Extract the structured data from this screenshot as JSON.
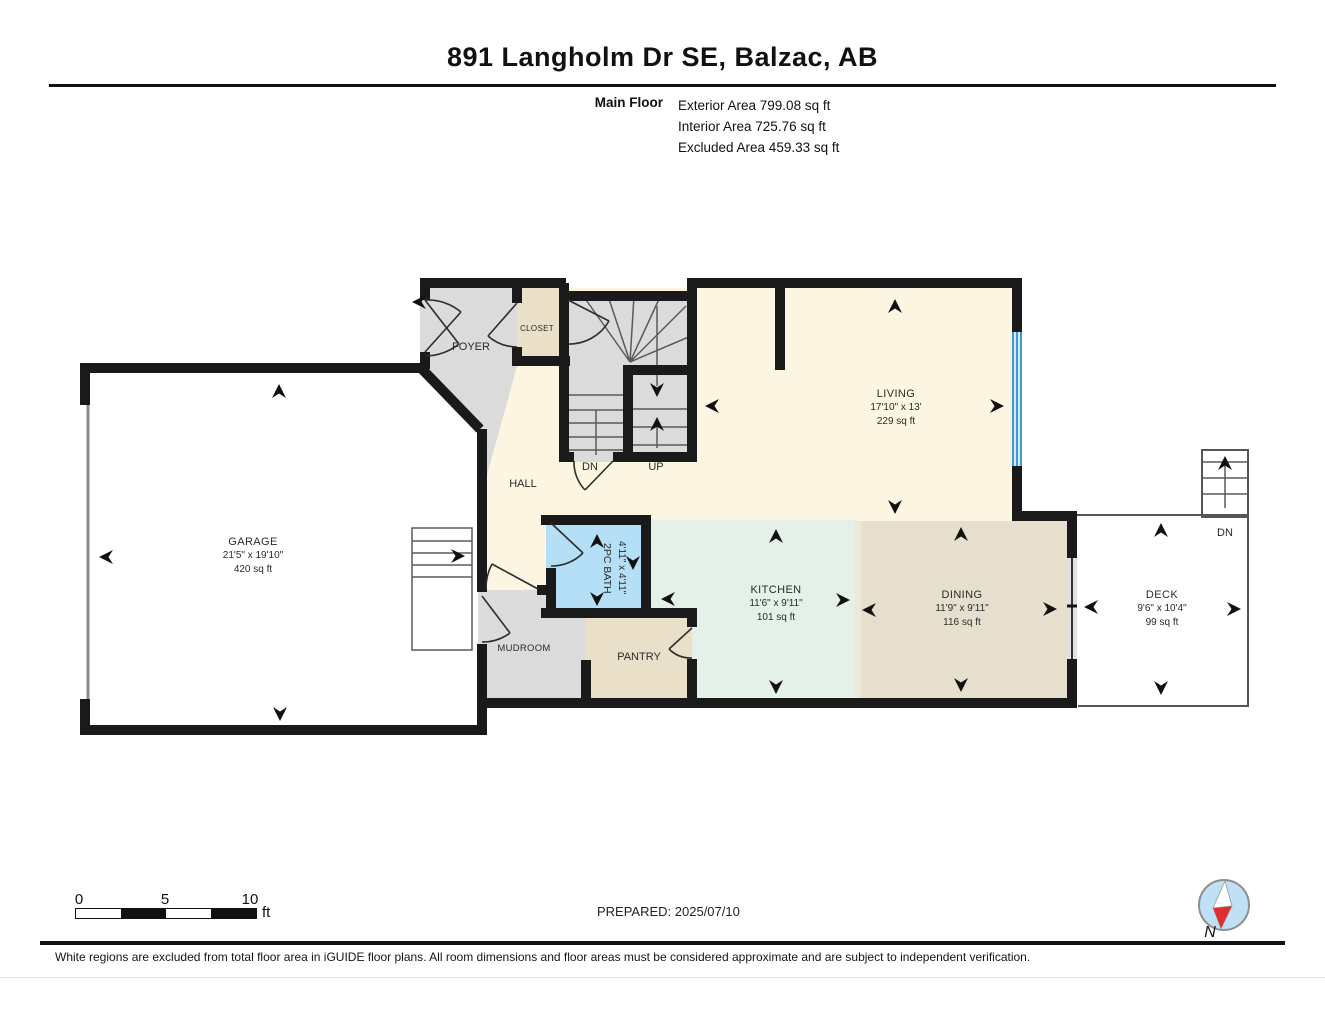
{
  "header": {
    "title": "891 Langholm Dr SE, Balzac, AB",
    "floor_label": "Main Floor",
    "area_lines": [
      "Exterior Area 799.08 sq ft",
      "Interior Area 725.76 sq ft",
      "Excluded Area 459.33 sq ft"
    ]
  },
  "rooms": {
    "garage": {
      "name": "GARAGE",
      "dim": "21'5\" x 19'10\"",
      "area": "420 sq ft"
    },
    "living": {
      "name": "LIVING",
      "dim": "17'10\" x 13'",
      "area": "229 sq ft"
    },
    "kitchen": {
      "name": "KITCHEN",
      "dim": "11'6\" x 9'11\"",
      "area": "101 sq ft"
    },
    "dining": {
      "name": "DINING",
      "dim": "11'9\" x 9'11\"",
      "area": "116 sq ft"
    },
    "deck": {
      "name": "DECK",
      "dim": "9'6\" x 10'4\"",
      "area": "99 sq ft"
    },
    "bath": {
      "name": "2PC BATH",
      "dim": "4'11\" x 4'11\""
    },
    "foyer": {
      "name": "FOYER"
    },
    "closet": {
      "name": "CLOSET"
    },
    "hall": {
      "name": "HALL"
    },
    "mudroom": {
      "name": "MUDROOM"
    },
    "pantry": {
      "name": "PANTRY"
    }
  },
  "stairs": {
    "down_label": "DN",
    "up_label": "UP",
    "deck_down_label": "DN"
  },
  "scale_bar": {
    "tick_0": "0",
    "tick_5": "5",
    "tick_10": "10",
    "unit": "ft"
  },
  "footer": {
    "prepared": "PREPARED: 2025/07/10",
    "compass_label": "N",
    "disclaimer": "White regions are excluded from total floor area in iGUIDE floor plans. All room dimensions and floor areas must be considered approximate and are subject to independent verification."
  },
  "colors": {
    "wall": "#1A1A1A",
    "cream": "#FBF5E1",
    "gray": "#DBDBDB",
    "tan": "#EADFC9",
    "mint": "#E4F1E9",
    "dining": "#E7DFCE",
    "bathblue": "#B5DFF6",
    "windowline": "#3E9ACF",
    "windowfill": "#D4EBF9",
    "compassblue": "#BFE0F5",
    "accentred": "#DD2F2F"
  }
}
